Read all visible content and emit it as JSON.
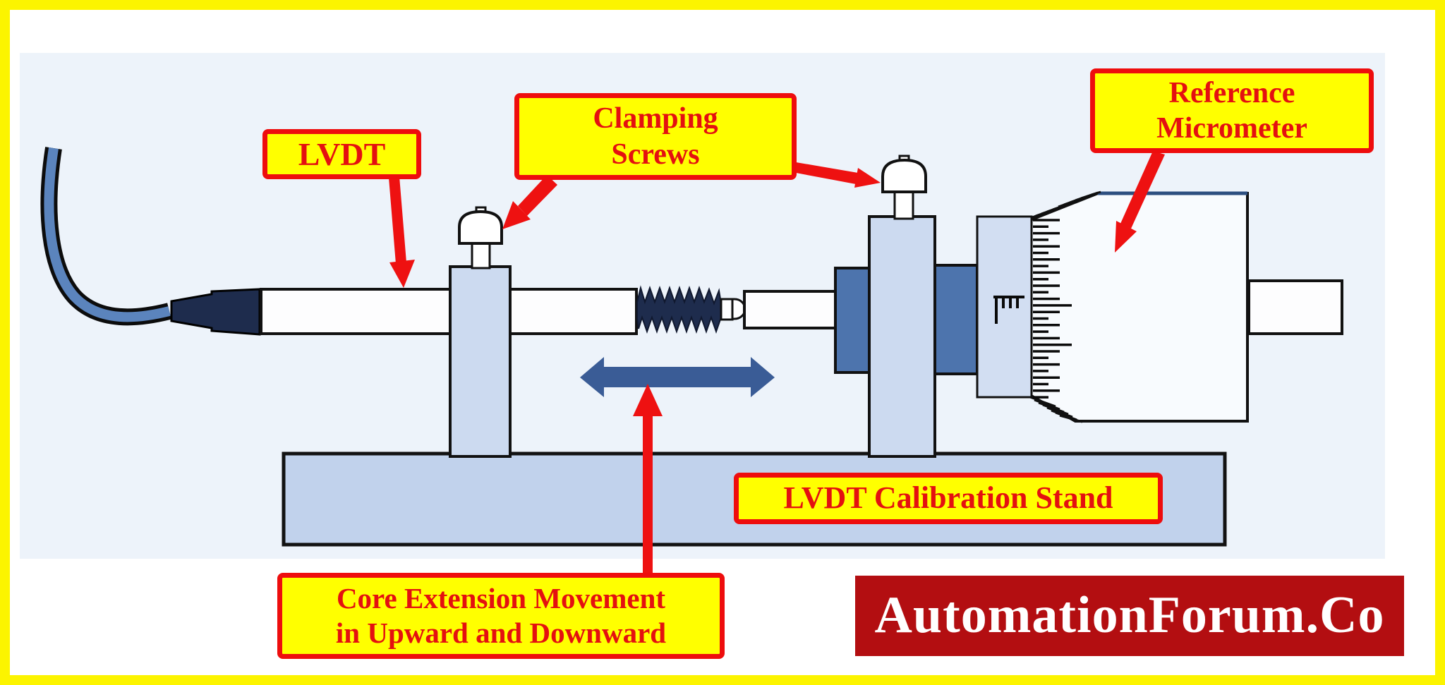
{
  "diagram": {
    "title_none_shown": "",
    "labels": {
      "lvdt": "LVDT",
      "clamping_line1": "Clamping",
      "clamping_line2": "Screws",
      "reference_line1": "Reference",
      "reference_line2": "Micrometer",
      "stand": "LVDT Calibration Stand",
      "core_line1": "Core Extension Movement",
      "core_line2": "in Upward and Downward"
    },
    "logo": {
      "text": "AutomationForum.Co"
    },
    "colors": {
      "frame_yellow": "#fcf400",
      "panel_blue": "#edf3fa",
      "callout_fill": "#ffff00",
      "callout_border": "#ee0d0d",
      "callout_text": "#e41010",
      "annotation_arrow_red": "#ee1111",
      "movement_arrow_blue": "#3a5c96",
      "cable_blue": "#5b84bd",
      "dark_navy_parts": "#1e2c4d",
      "clamp_post_blue": "#ccdaf0",
      "clamp_block_blue": "#4d74ad",
      "base_blue": "#c1d2ec",
      "logo_background": "#b30e11",
      "logo_text": "#ffffff"
    }
  }
}
